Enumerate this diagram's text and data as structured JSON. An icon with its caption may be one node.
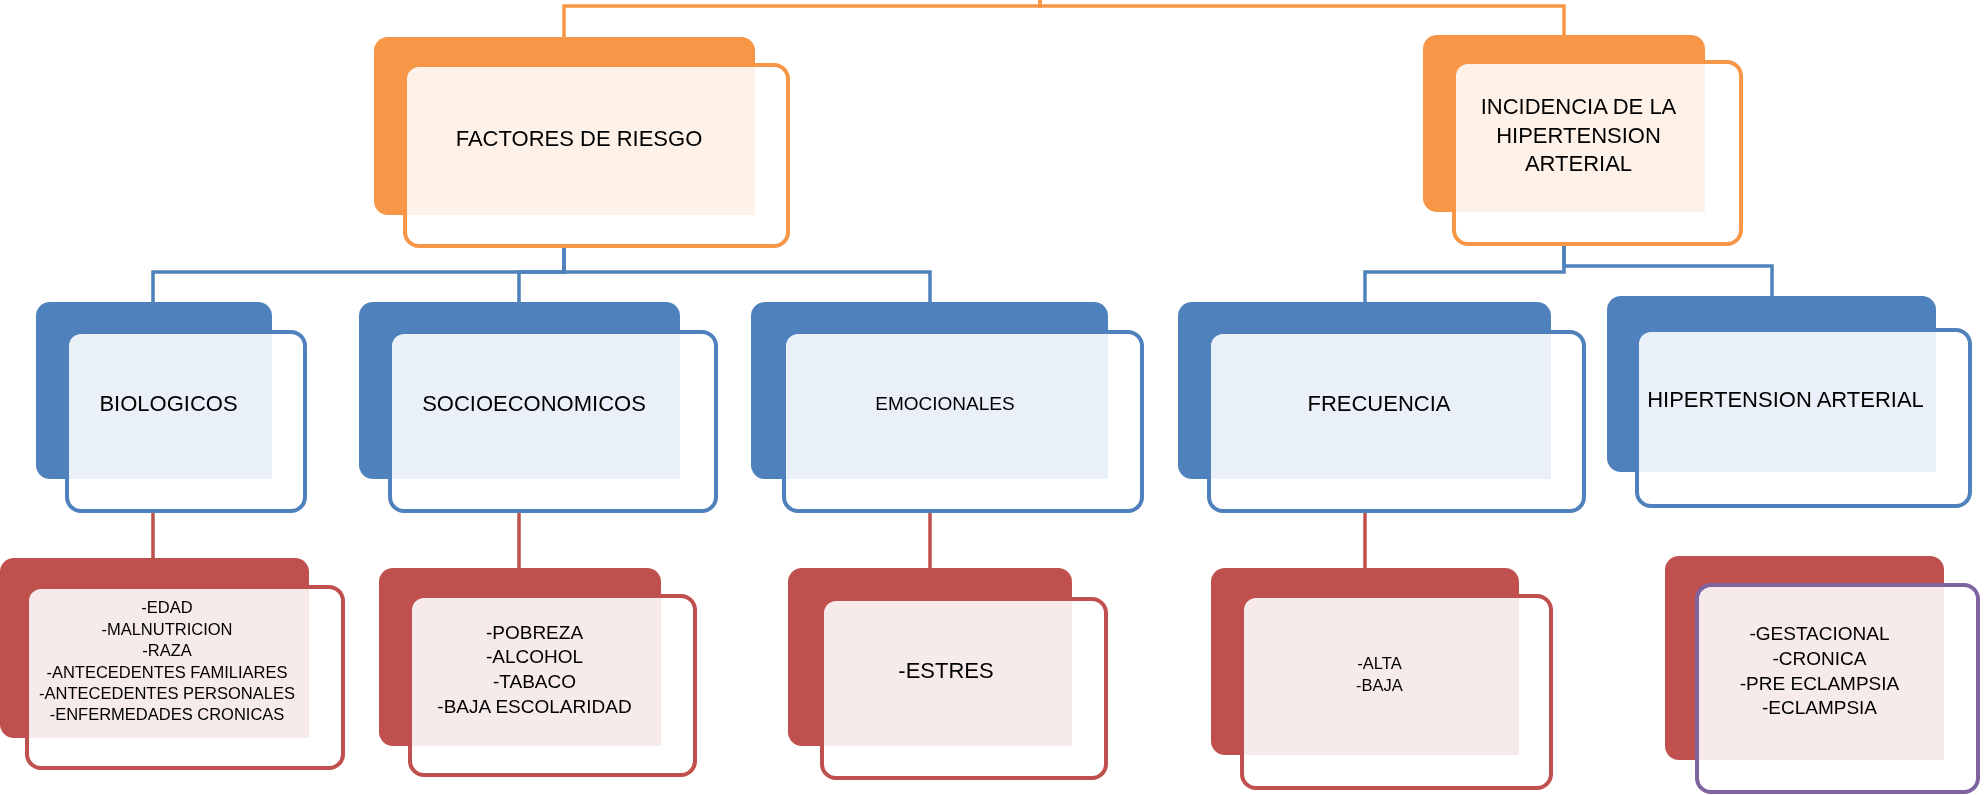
{
  "diagram": {
    "nodes": [
      {
        "text": [
          "FACTORES DE RIESGO"
        ]
      },
      {
        "text": [
          "INCIDENCIA DE LA HIPERTENSION ARTERIAL"
        ]
      },
      {
        "text": [
          "BIOLOGICOS"
        ]
      },
      {
        "text": [
          "SOCIOECONOMICOS"
        ]
      },
      {
        "text": [
          "EMOCIONALES"
        ]
      },
      {
        "text": [
          "FRECUENCIA"
        ]
      },
      {
        "text": [
          "HIPERTENSION ARTERIAL"
        ]
      },
      {
        "text": [
          "-EDAD",
          "-MALNUTRICION",
          "-RAZA",
          "-ANTECEDENTES FAMILIARES",
          "-ANTECEDENTES PERSONALES",
          "-ENFERMEDADES CRONICAS"
        ]
      },
      {
        "text": [
          "-POBREZA",
          "-ALCOHOL",
          "-TABACO",
          "-BAJA ESCOLARIDAD"
        ]
      },
      {
        "text": [
          "-ESTRES"
        ]
      },
      {
        "text": [
          "-ALTA",
          "-BAJA"
        ]
      },
      {
        "text": [
          "-GESTACIONAL",
          "-CRONICA",
          "-PRE ECLAMPSIA",
          "-ECLAMPSIA"
        ]
      }
    ],
    "edges": [
      {
        "from": null,
        "to": 0,
        "arrow": "none",
        "color": "#f79646"
      },
      {
        "from": null,
        "to": 1,
        "arrow": "none",
        "color": "#f79646"
      },
      {
        "from": 0,
        "to": 2,
        "arrow": "none",
        "color": "#4f81bd"
      },
      {
        "from": 0,
        "to": 3,
        "arrow": "none",
        "color": "#4f81bd"
      },
      {
        "from": 0,
        "to": 4,
        "arrow": "none",
        "color": "#4f81bd"
      },
      {
        "from": 1,
        "to": 5,
        "arrow": "none",
        "color": "#4f81bd"
      },
      {
        "from": 1,
        "to": 6,
        "arrow": "none",
        "color": "#4f81bd"
      },
      {
        "from": 2,
        "to": 7,
        "arrow": "none",
        "color": "#c0504d"
      },
      {
        "from": 3,
        "to": 8,
        "arrow": "none",
        "color": "#c0504d"
      },
      {
        "from": 4,
        "to": 9,
        "arrow": "none",
        "color": "#c0504d"
      },
      {
        "from": 5,
        "to": 10,
        "arrow": "none",
        "color": "#c0504d"
      }
    ]
  }
}
